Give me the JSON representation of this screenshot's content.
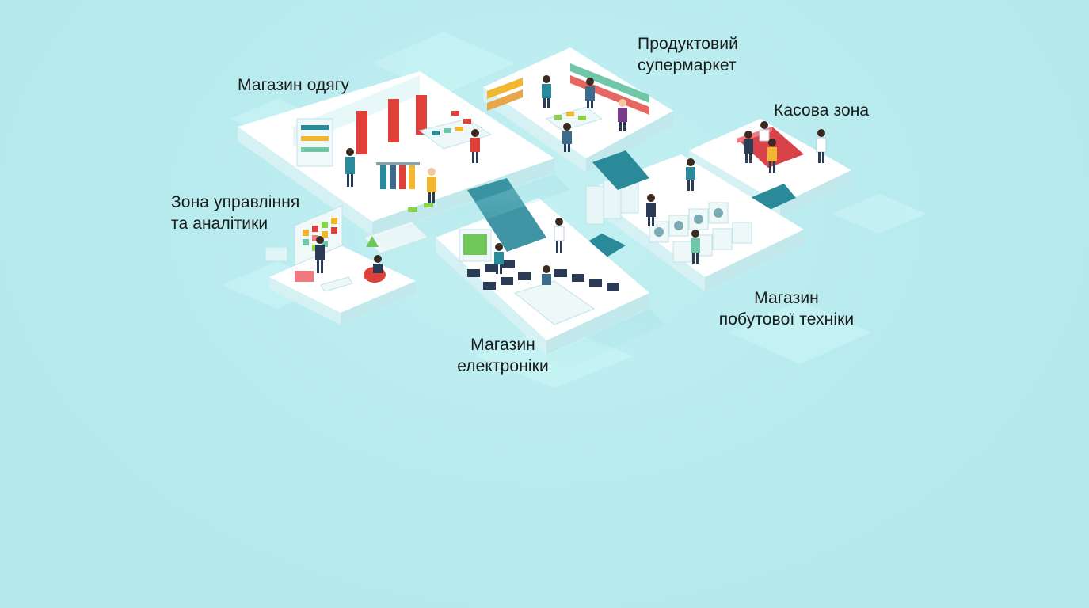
{
  "labels": {
    "clothing_store": "Магазин одягу",
    "grocery_supermarket": "Продуктовий\nсупермаркет",
    "checkout_zone": "Касова зона",
    "management_zone": "Зона управління\nта аналітики",
    "appliance_store": "Магазин\nпобутової техніки",
    "electronics_store": "Магазин\nелектроніки"
  },
  "colors": {
    "background": "#b6eaee",
    "platform_top": "#ffffff",
    "platform_side": "#cfeef1",
    "accent_teal": "#2b8a9a",
    "accent_red": "#e0403a",
    "accent_yellow": "#f2b630"
  }
}
